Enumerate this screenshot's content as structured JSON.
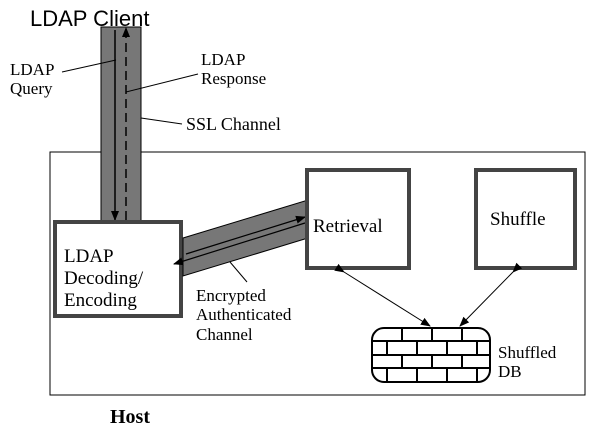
{
  "labels": {
    "ldap_client": "LDAP Client",
    "ldap": "LDAP",
    "query": "Query",
    "response": "Response",
    "ssl_channel": "SSL Channel",
    "decoding_l1": "LDAP",
    "decoding_l2": "Decoding/",
    "decoding_l3": "Encoding",
    "retrieval": "Retrieval",
    "shuffle": "Shuffle",
    "encrypted_l1": "Encrypted",
    "encrypted_l2": "Authenticated",
    "encrypted_l3": "Channel",
    "shuffled_l1": "Shuffled",
    "shuffled_l2": "DB",
    "host": "Host"
  },
  "colors": {
    "channel_fill": "#777777",
    "stroke": "#000000",
    "background": "#ffffff"
  }
}
